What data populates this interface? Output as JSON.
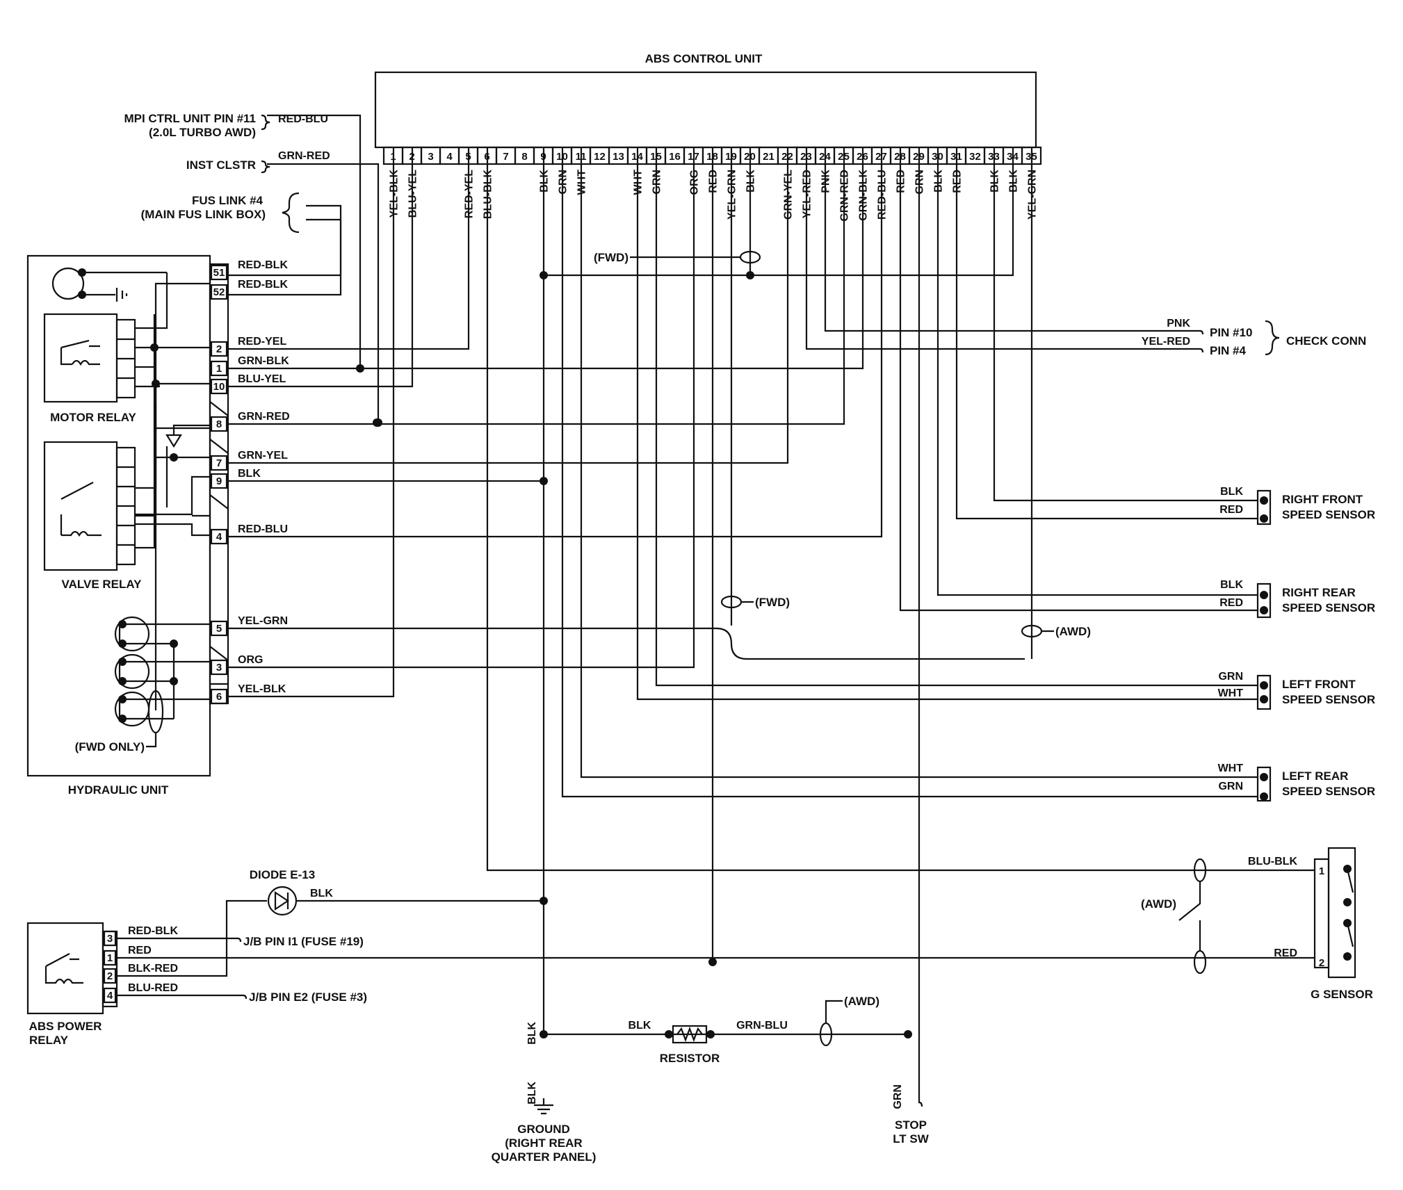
{
  "title": "ABS CONTROL UNIT",
  "ecu_pins": [
    "1",
    "2",
    "3",
    "4",
    "5",
    "6",
    "7",
    "8",
    "9",
    "10",
    "11",
    "12",
    "13",
    "14",
    "15",
    "16",
    "17",
    "18",
    "19",
    "20",
    "21",
    "22",
    "23",
    "24",
    "25",
    "26",
    "27",
    "28",
    "29",
    "30",
    "31",
    "32",
    "33",
    "34",
    "35"
  ],
  "ecu_wire_colors": {
    "1": "YEL-BLK",
    "2": "BLU-YEL",
    "5": "RED-YEL",
    "6": "BLU-BLK",
    "9": "BLK",
    "10": "GRN",
    "11": "WHT",
    "14": "WHT",
    "15": "GRN",
    "17": "ORG",
    "18": "RED",
    "19": "YEL-GRN",
    "20": "BLK",
    "22": "GRN-YEL",
    "23": "YEL-RED",
    "24": "PNK",
    "25": "GRN-RED",
    "26": "GRN-BLK",
    "27": "RED-BLU",
    "28": "RED",
    "29": "GRN",
    "30": "BLK",
    "31": "RED",
    "33": "BLK",
    "34": "BLK",
    "35": "YEL-GRN"
  },
  "components": {
    "mpi": [
      "MPI CTRL UNIT PIN #11",
      "(2.0L TURBO AWD)"
    ],
    "inst": "INST CLSTR",
    "fus_link": [
      "FUS LINK #4",
      "(MAIN FUS LINK BOX)"
    ],
    "motor_relay": "MOTOR RELAY",
    "valve_relay": "VALVE RELAY",
    "hydraulic_unit": "HYDRAULIC UNIT",
    "fwd_only": "(FWD ONLY)",
    "check_conn": "CHECK CONN",
    "check_pins": [
      "PIN #10",
      "PIN #4"
    ],
    "rf_sensor": [
      "RIGHT FRONT",
      "SPEED SENSOR"
    ],
    "rr_sensor": [
      "RIGHT REAR",
      "SPEED SENSOR"
    ],
    "lf_sensor": [
      "LEFT FRONT",
      "SPEED SENSOR"
    ],
    "lr_sensor": [
      "LEFT REAR",
      "SPEED SENSOR"
    ],
    "g_sensor": "G SENSOR",
    "diode": "DIODE E-13",
    "abs_power_relay": [
      "ABS POWER",
      "RELAY"
    ],
    "jb_pin_i1": "J/B PIN I1 (FUSE #19)",
    "jb_pin_e2": "J/B PIN E2 (FUSE #3)",
    "resistor": "RESISTOR",
    "ground": [
      "GROUND",
      "(RIGHT REAR",
      "QUARTER PANEL)"
    ],
    "stop_lt_sw": [
      "STOP",
      "LT SW"
    ],
    "fwd": "(FWD)",
    "awd": "(AWD)"
  },
  "hydraulic_pins": [
    "51",
    "52",
    "2",
    "1",
    "10",
    "8",
    "7",
    "9",
    "4",
    "5",
    "3",
    "6"
  ],
  "hydraulic_wires": {
    "51": "RED-BLK",
    "52": "RED-BLK",
    "2": "RED-YEL",
    "1": "GRN-BLK",
    "10": "BLU-YEL",
    "8": "GRN-RED",
    "7": "GRN-YEL",
    "9": "BLK",
    "4": "RED-BLU",
    "5": "YEL-GRN",
    "3": "ORG",
    "6": "YEL-BLK"
  },
  "top_wires": {
    "mpi": "RED-BLU",
    "inst": "GRN-RED"
  },
  "check_wires": [
    "PNK",
    "YEL-RED"
  ],
  "sensor_wires": {
    "rf": [
      "BLK",
      "RED"
    ],
    "rr": [
      "BLK",
      "RED"
    ],
    "lf": [
      "GRN",
      "WHT"
    ],
    "lr": [
      "WHT",
      "GRN"
    ]
  },
  "g_sensor_pins": [
    "1",
    "2"
  ],
  "g_sensor_wires": [
    "BLU-BLK",
    "RED"
  ],
  "power_relay_pins": [
    "3",
    "1",
    "2",
    "4"
  ],
  "power_relay_wires": [
    "RED-BLK",
    "RED",
    "BLK-RED",
    "BLU-RED"
  ],
  "misc_wires": {
    "diode_out": "BLK",
    "ground_1": "BLK",
    "ground_2": "BLK",
    "res_left": "BLK",
    "res_right": "GRN-BLU",
    "stop": "GRN"
  }
}
